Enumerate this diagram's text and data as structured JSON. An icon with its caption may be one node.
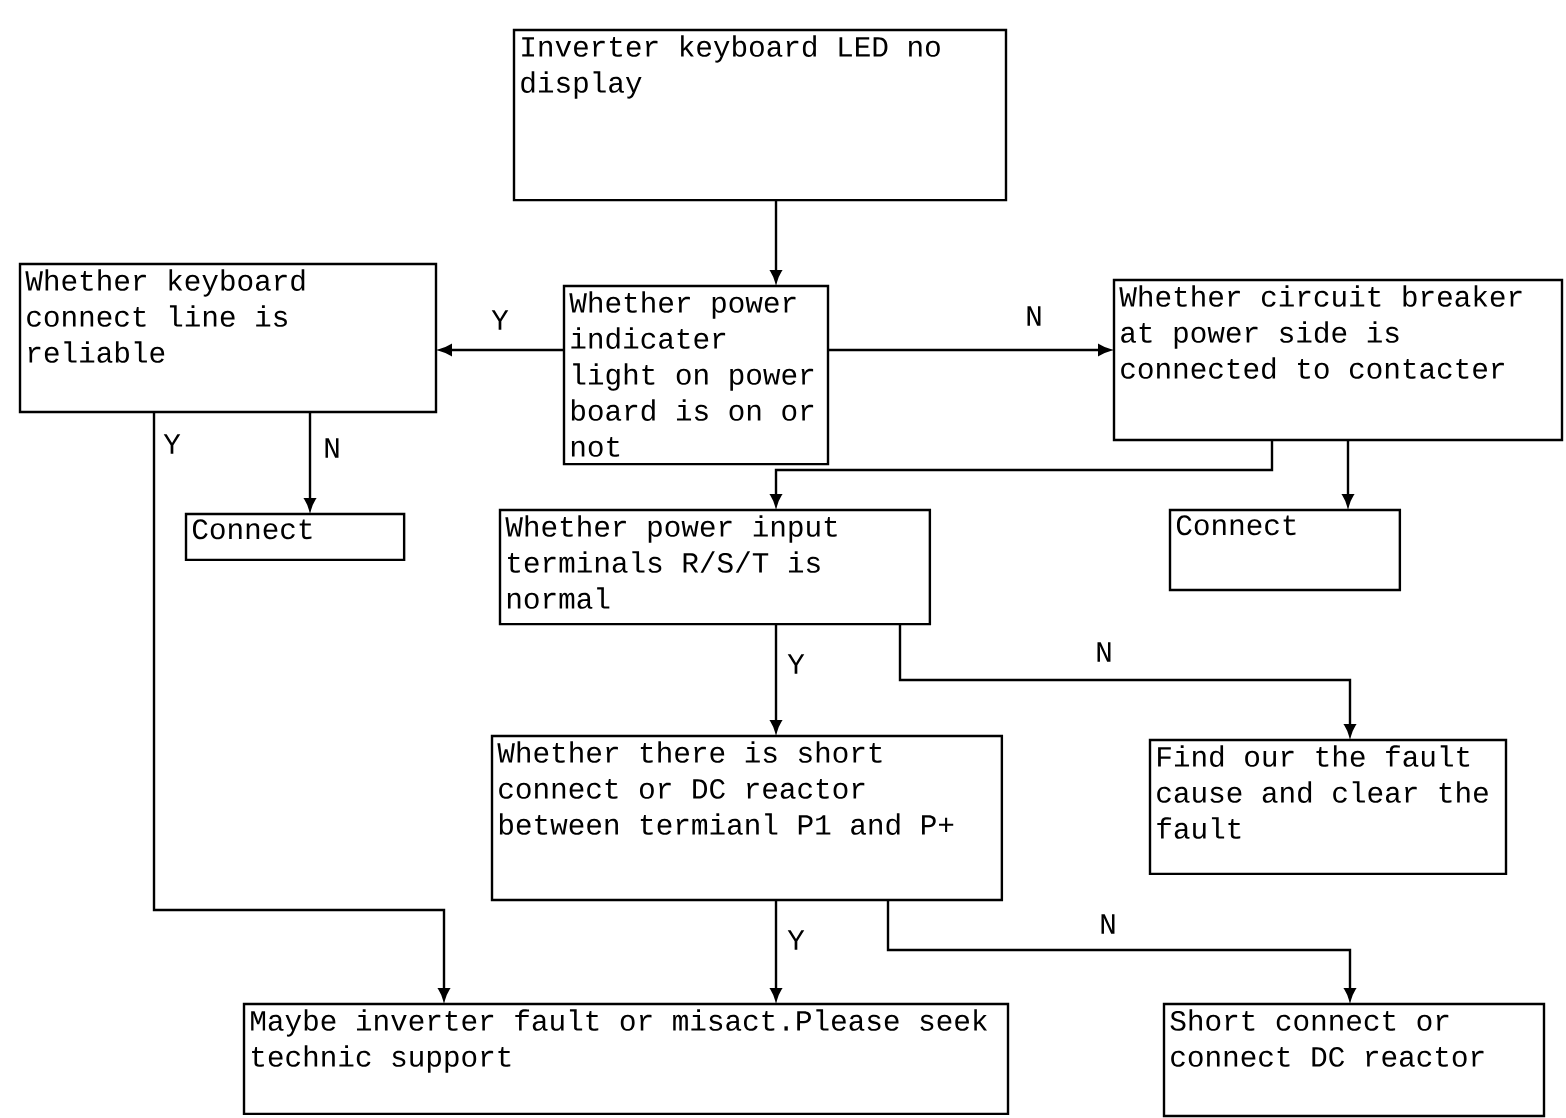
{
  "diagram": {
    "nodes": [
      {
        "text": [
          "Inverter keyboard LED no display"
        ]
      },
      {
        "text": [
          "Whether power indicater light on power board is on or not"
        ]
      },
      {
        "text": [
          "Whether keyboard connect line is reliable"
        ]
      },
      {
        "text": [
          "Whether circuit breaker at power side is connected to contacter"
        ]
      },
      {
        "text": [
          "Connect"
        ]
      },
      {
        "text": [
          "Whether power input terminals R/S/T is normal"
        ]
      },
      {
        "text": [
          "Connect"
        ]
      },
      {
        "text": [
          "Whether there is short connect or DC reactor between termianl P1 and P+"
        ]
      },
      {
        "text": [
          "Find our the fault cause and clear the fault"
        ]
      },
      {
        "text": [
          "Maybe inverter fault or misact.Please seek technic support"
        ]
      },
      {
        "text": [
          "Short connect or connect DC reactor"
        ]
      }
    ],
    "edges": [
      {
        "from": 0,
        "to": 1,
        "arrow": "to"
      },
      {
        "from": 1,
        "to": 2,
        "arrow": "to",
        "label": "Y"
      },
      {
        "from": 1,
        "to": 3,
        "arrow": "to",
        "label": "N"
      },
      {
        "from": 2,
        "to": 4,
        "arrow": "to",
        "label": "N"
      },
      {
        "from": 2,
        "to": 9,
        "arrow": "to",
        "label": "Y"
      },
      {
        "from": 3,
        "to": 5,
        "arrow": "to"
      },
      {
        "from": 3,
        "to": 6,
        "arrow": "to"
      },
      {
        "from": 5,
        "to": 7,
        "arrow": "to",
        "label": "Y"
      },
      {
        "from": 5,
        "to": 8,
        "arrow": "to",
        "label": "N"
      },
      {
        "from": 7,
        "to": 9,
        "arrow": "to",
        "label": "Y"
      },
      {
        "from": 7,
        "to": 10,
        "arrow": "to",
        "label": "N"
      }
    ]
  }
}
